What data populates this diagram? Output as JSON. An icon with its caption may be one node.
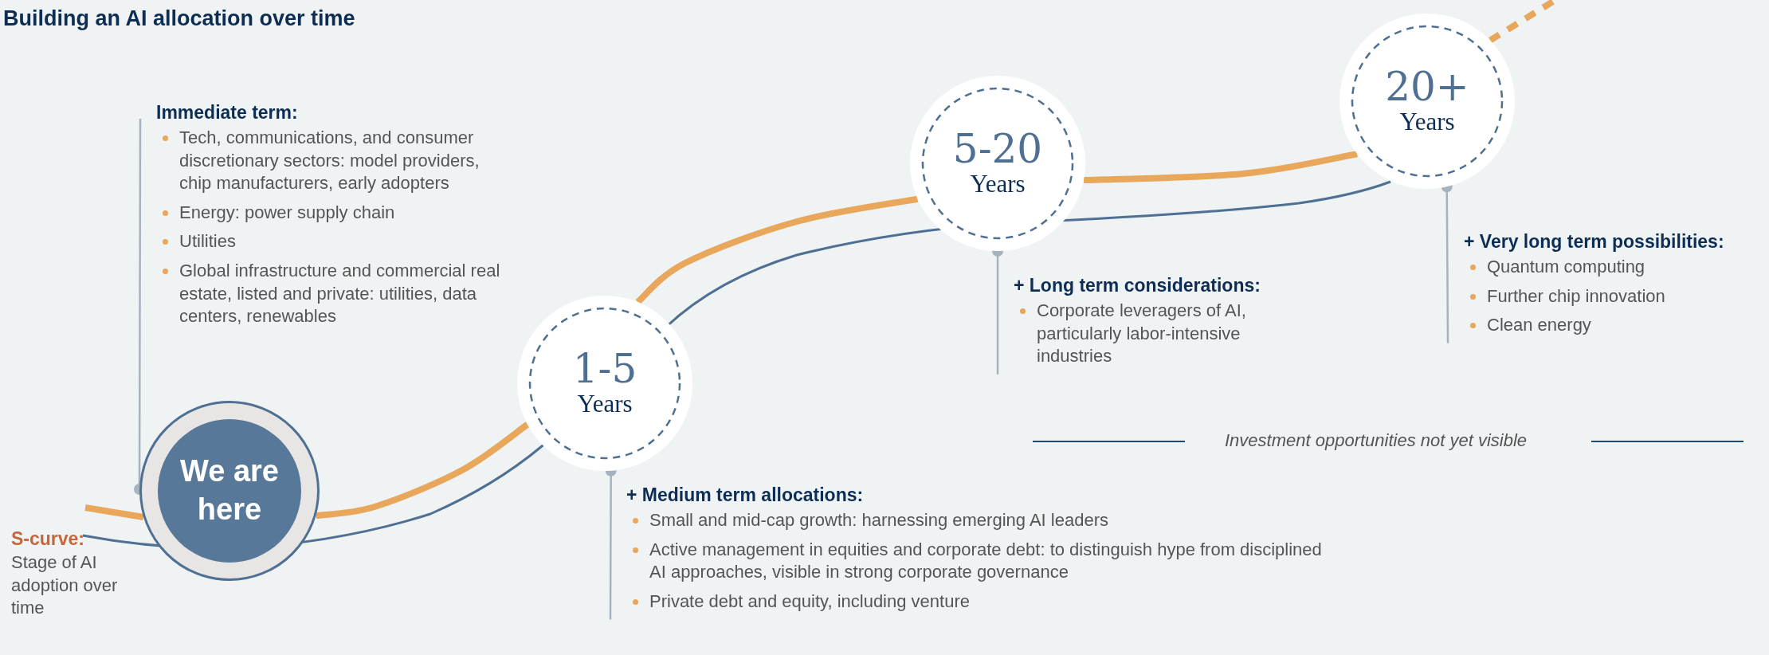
{
  "diagram": {
    "title": "Building an AI allocation over time",
    "nodes": [
      {
        "text": [
          "We are here"
        ]
      },
      {
        "text": [
          "1-5",
          "Years"
        ]
      },
      {
        "text": [
          "5-20",
          "Years"
        ]
      },
      {
        "text": [
          "20+",
          "Years"
        ]
      },
      {
        "text": [
          "Immediate term:",
          "Tech, communications, and consumer discretionary sectors: model providers, chip manufacturers, early adopters",
          "Energy: power supply chain",
          "Utilities",
          "Global infrastructure and commercial real estate, listed and private: utilities, data centers, renewables"
        ]
      },
      {
        "text": [
          "+ Medium term allocations:",
          "Small and mid-cap growth: harnessing emerging AI leaders",
          "Active management in equities and corporate debt: to distinguish hype from disciplined AI approaches, visible in strong corporate governance",
          "Private debt and equity, including venture"
        ]
      },
      {
        "text": [
          "+ Long term considerations:",
          "Corporate leveragers of AI, particularly labor-intensive industries"
        ]
      },
      {
        "text": [
          "+ Very long term possibilities:",
          "Quantum computing",
          "Further chip innovation",
          "Clean energy"
        ]
      }
    ],
    "edges": [
      {
        "from": 0,
        "to": 4,
        "arrow": "other",
        "color": "#a7b2bf"
      },
      {
        "from": 1,
        "to": 5,
        "arrow": "other",
        "color": "#a7b2bf"
      },
      {
        "from": 2,
        "to": 6,
        "arrow": "other",
        "color": "#a7b2bf"
      },
      {
        "from": 3,
        "to": 7,
        "arrow": "other",
        "color": "#a7b2bf"
      },
      {
        "from": null,
        "to": 0,
        "arrow": "none",
        "color": "#e8a75a"
      },
      {
        "from": 0,
        "to": 1,
        "arrow": "none",
        "color": "#e8a75a"
      },
      {
        "from": 1,
        "to": 2,
        "arrow": "none",
        "color": "#e8a75a"
      },
      {
        "from": 2,
        "to": 3,
        "arrow": "none",
        "color": "#e8a75a"
      },
      {
        "from": 3,
        "to": null,
        "arrow": "none",
        "style": "dashed",
        "color": "#e8a75a"
      }
    ],
    "labels": [
      "S-curve:",
      "Stage of AI adoption over time",
      "Investment opportunities not yet visible"
    ]
  }
}
